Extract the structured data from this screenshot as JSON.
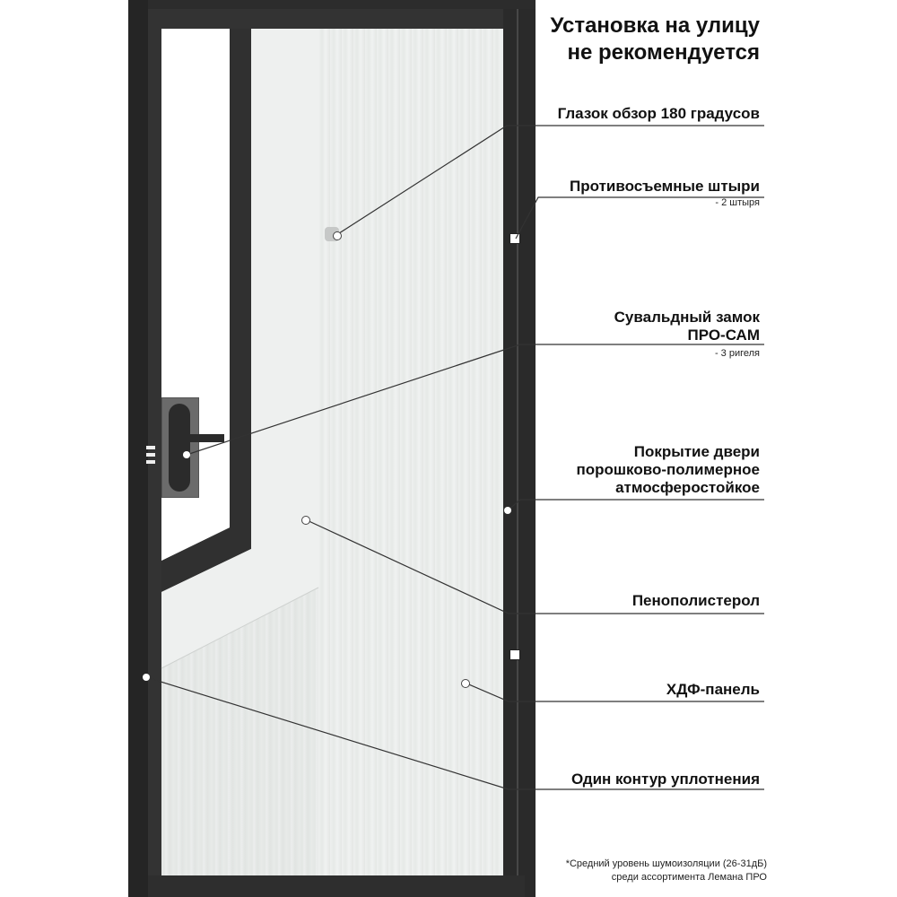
{
  "headline": {
    "line1": "Установка на улицу",
    "line2": "не рекомендуется"
  },
  "features": [
    {
      "title": "Глазок обзор 180 градусов",
      "note": ""
    },
    {
      "title": "Противосъемные штыри",
      "note": "- 2 штыря"
    },
    {
      "title_line1": "Сувальдный замок",
      "title_line2": "ПРО-САМ",
      "note": "- 3 ригеля"
    },
    {
      "title_line1": "Покрытие двери",
      "title_line2": "порошково-полимерное",
      "title_line3": "атмосферостойкое"
    },
    {
      "title": "Пенополистерол"
    },
    {
      "title": "ХДФ-панель"
    },
    {
      "title": "Один контур уплотнения"
    }
  ],
  "footnote": {
    "line1": "*Средний уровень шумоизоляции (26-31дБ)",
    "line2": "среди ассортимента Лемана ПРО"
  },
  "colors": {
    "frame": "#2c2c2c",
    "panel": "#e7eae8",
    "text": "#111111"
  }
}
